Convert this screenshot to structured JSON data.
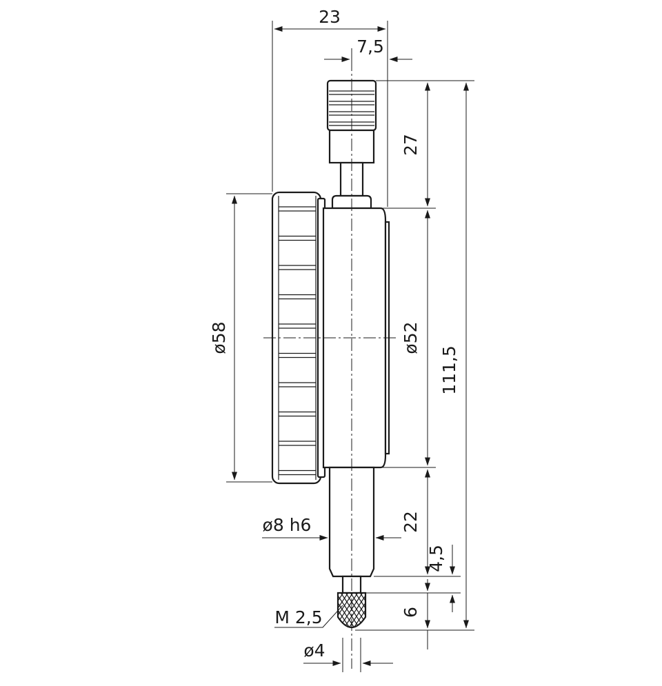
{
  "diagram": {
    "dimensions": {
      "overall_depth": "23",
      "stem_offset": "7,5",
      "top_stem_height": "27",
      "bezel_diameter": "ø58",
      "case_diameter": "ø52",
      "overall_height": "111,5",
      "mount_stem_diameter": "ø8 h6",
      "mount_stem_length": "22",
      "spindle_length": "4,5",
      "contact_thread": "M 2,5",
      "contact_length": "6",
      "contact_diameter": "ø4"
    },
    "colors": {
      "line": "#1a1a1a",
      "background": "#ffffff"
    }
  }
}
